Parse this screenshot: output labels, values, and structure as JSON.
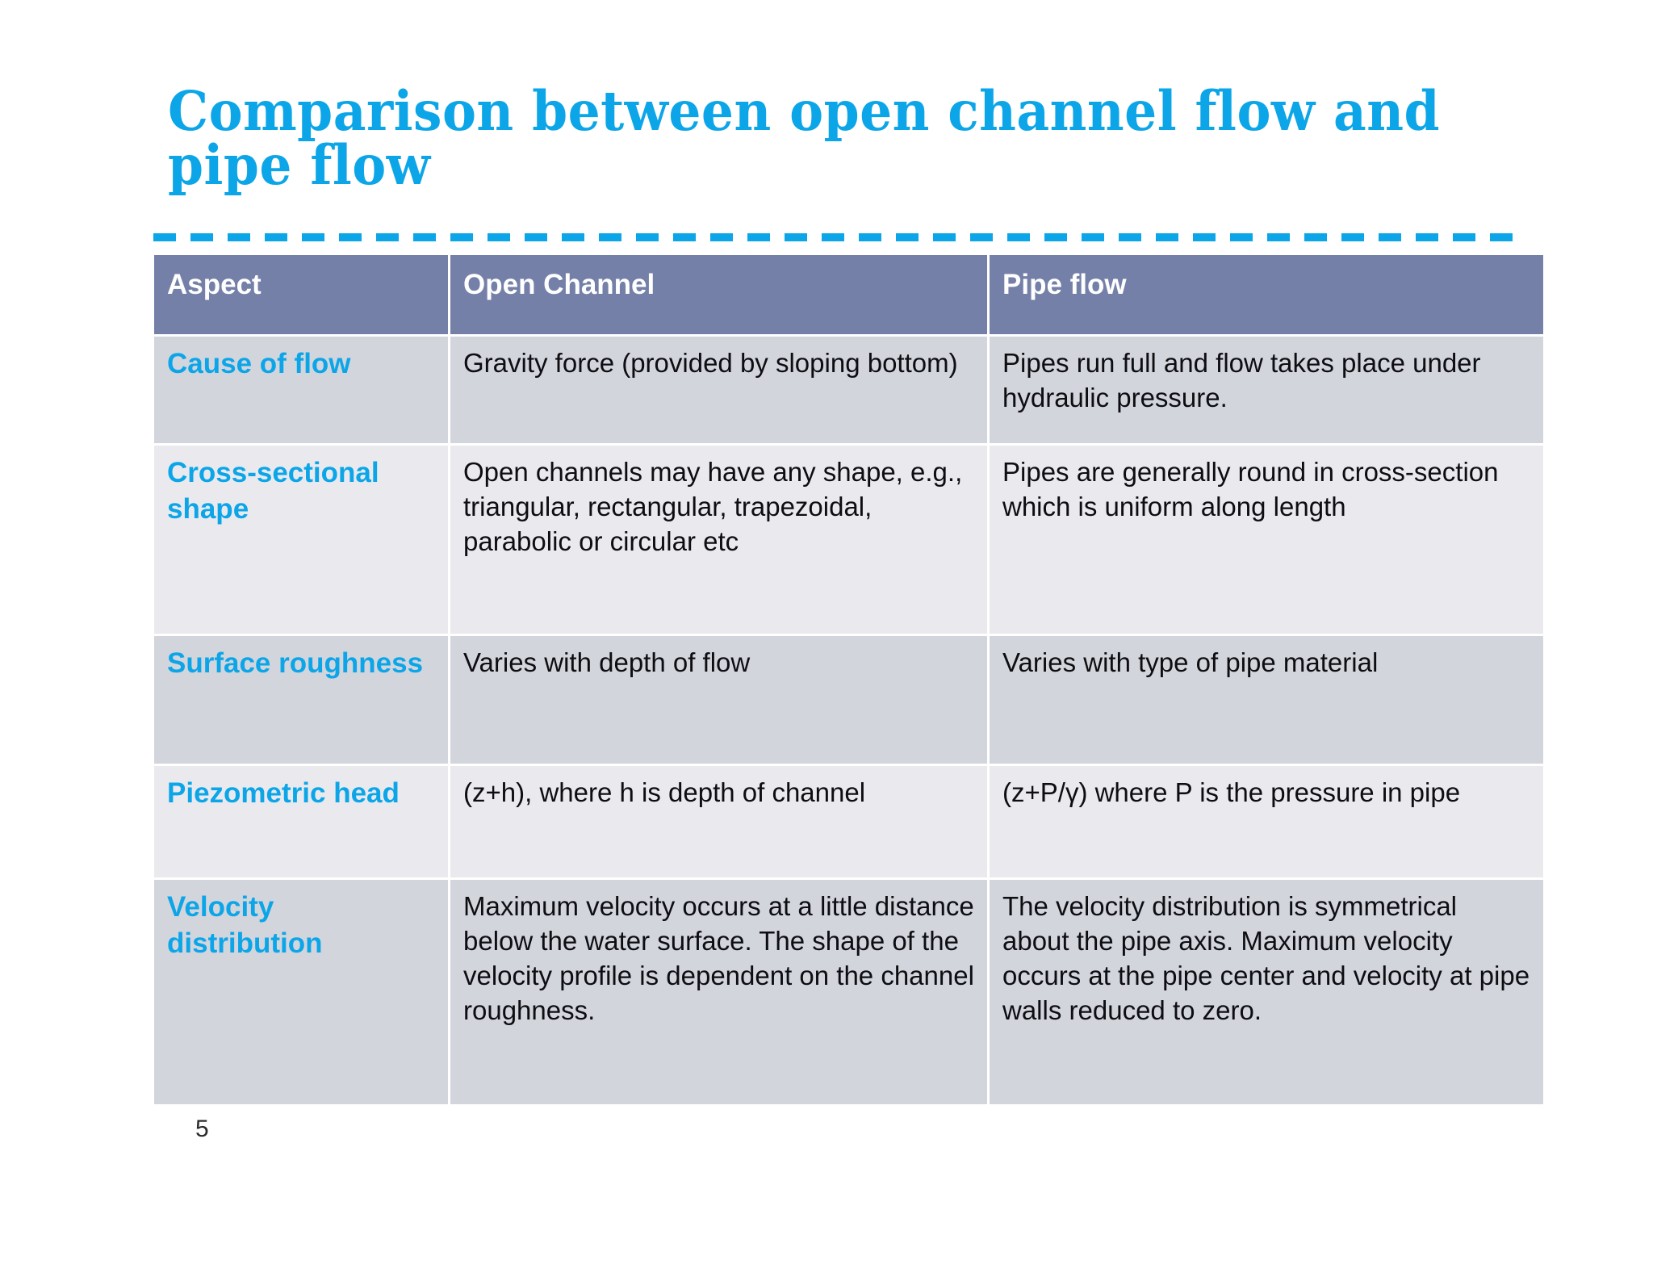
{
  "slide": {
    "title": "Comparison between open channel flow and pipe flow",
    "page_number": "5",
    "accent_color": "#0CA6E8",
    "header_color": "#7480a8",
    "row_dark_color": "#d3d5dd",
    "row_light_color": "#eaeaee"
  },
  "table": {
    "headers": {
      "aspect": "Aspect",
      "open_channel": "Open Channel",
      "pipe_flow": "Pipe flow"
    },
    "rows": [
      {
        "aspect": "Cause of flow",
        "open_channel": "Gravity force (provided by sloping bottom)",
        "pipe_flow": "Pipes run full and flow takes place under hydraulic pressure."
      },
      {
        "aspect": "Cross-sectional shape",
        "open_channel": "Open channels may have any shape,  e.g., triangular, rectangular, trapezoidal, parabolic or  circular etc",
        "pipe_flow": "Pipes are generally round in cross-section which is uniform along length"
      },
      {
        "aspect": "Surface roughness",
        "open_channel": "Varies with depth of flow",
        "pipe_flow": "Varies with type of pipe material"
      },
      {
        "aspect": "Piezometric head",
        "open_channel": "(z+h), where h is depth of channel",
        "pipe_flow": "(z+P/γ) where P is the pressure in pipe"
      },
      {
        "aspect": "Velocity distribution",
        "open_channel": "Maximum velocity occurs at a little distance below the water surface. The shape of the velocity profile is dependent on the channel roughness.",
        "pipe_flow": "The velocity distribution is symmetrical about the pipe axis. Maximum velocity occurs at the pipe center and velocity at pipe walls reduced to zero."
      }
    ]
  }
}
